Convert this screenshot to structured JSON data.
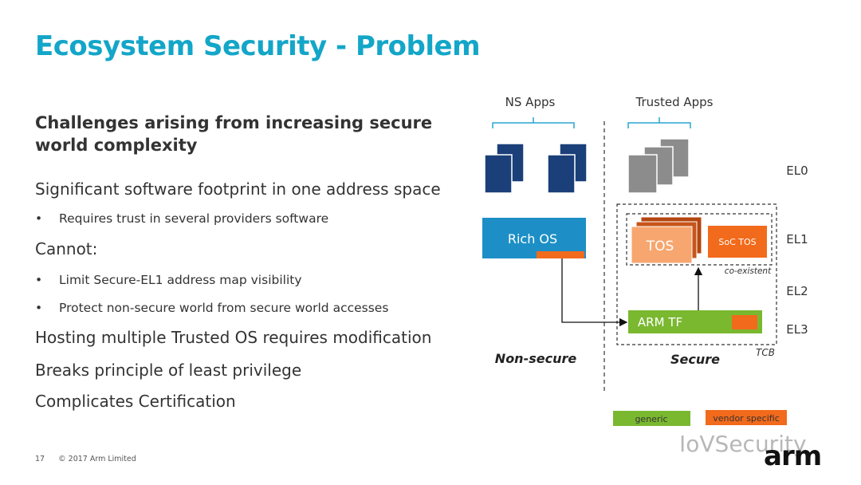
{
  "slide": {
    "title": "Ecosystem  Security - Problem",
    "heading": "Challenges arising from increasing secure world complexity",
    "lines": [
      {
        "kind": "big",
        "text": "Significant software footprint in one address space"
      },
      {
        "kind": "bullet",
        "text": "Requires trust in several providers software"
      },
      {
        "kind": "big",
        "text": "Cannot:"
      },
      {
        "kind": "bullet",
        "text": "Limit Secure-EL1 address map visibility"
      },
      {
        "kind": "bullet",
        "text": "Protect non-secure world from secure world accesses"
      },
      {
        "kind": "big",
        "text": "Hosting multiple Trusted OS requires modification"
      },
      {
        "kind": "big",
        "text": "Breaks principle of least privilege"
      },
      {
        "kind": "big",
        "text": "Complicates Certification"
      }
    ],
    "bullet_symbol": "•",
    "footer": {
      "page": "17",
      "copyright": "© 2017 Arm Limited"
    },
    "logo": "arm",
    "watermark": "IoVSecurity"
  },
  "diagram": {
    "ns_apps": "NS Apps",
    "trusted_apps": "Trusted Apps",
    "rich_os": "Rich OS",
    "tos": "TOS",
    "soc_tos": "SoC TOS",
    "co_existent": "co-existent",
    "arm_tf": "ARM TF",
    "non_secure": "Non-secure",
    "secure": "Secure",
    "tcb": "TCB",
    "levels": [
      "EL0",
      "EL1",
      "EL2",
      "EL3"
    ],
    "legend_generic": "generic",
    "legend_vendor": "vendor specific",
    "colors": {
      "title": "#13a6c8",
      "ns_app": "#1b3f78",
      "trusted_app": "#8c8c8c",
      "rich_os": "#1d8fc6",
      "orange": "#f26a1b",
      "tos_light": "#f7a66f",
      "tos_dark": "#b5460f",
      "green": "#7ab830"
    }
  }
}
